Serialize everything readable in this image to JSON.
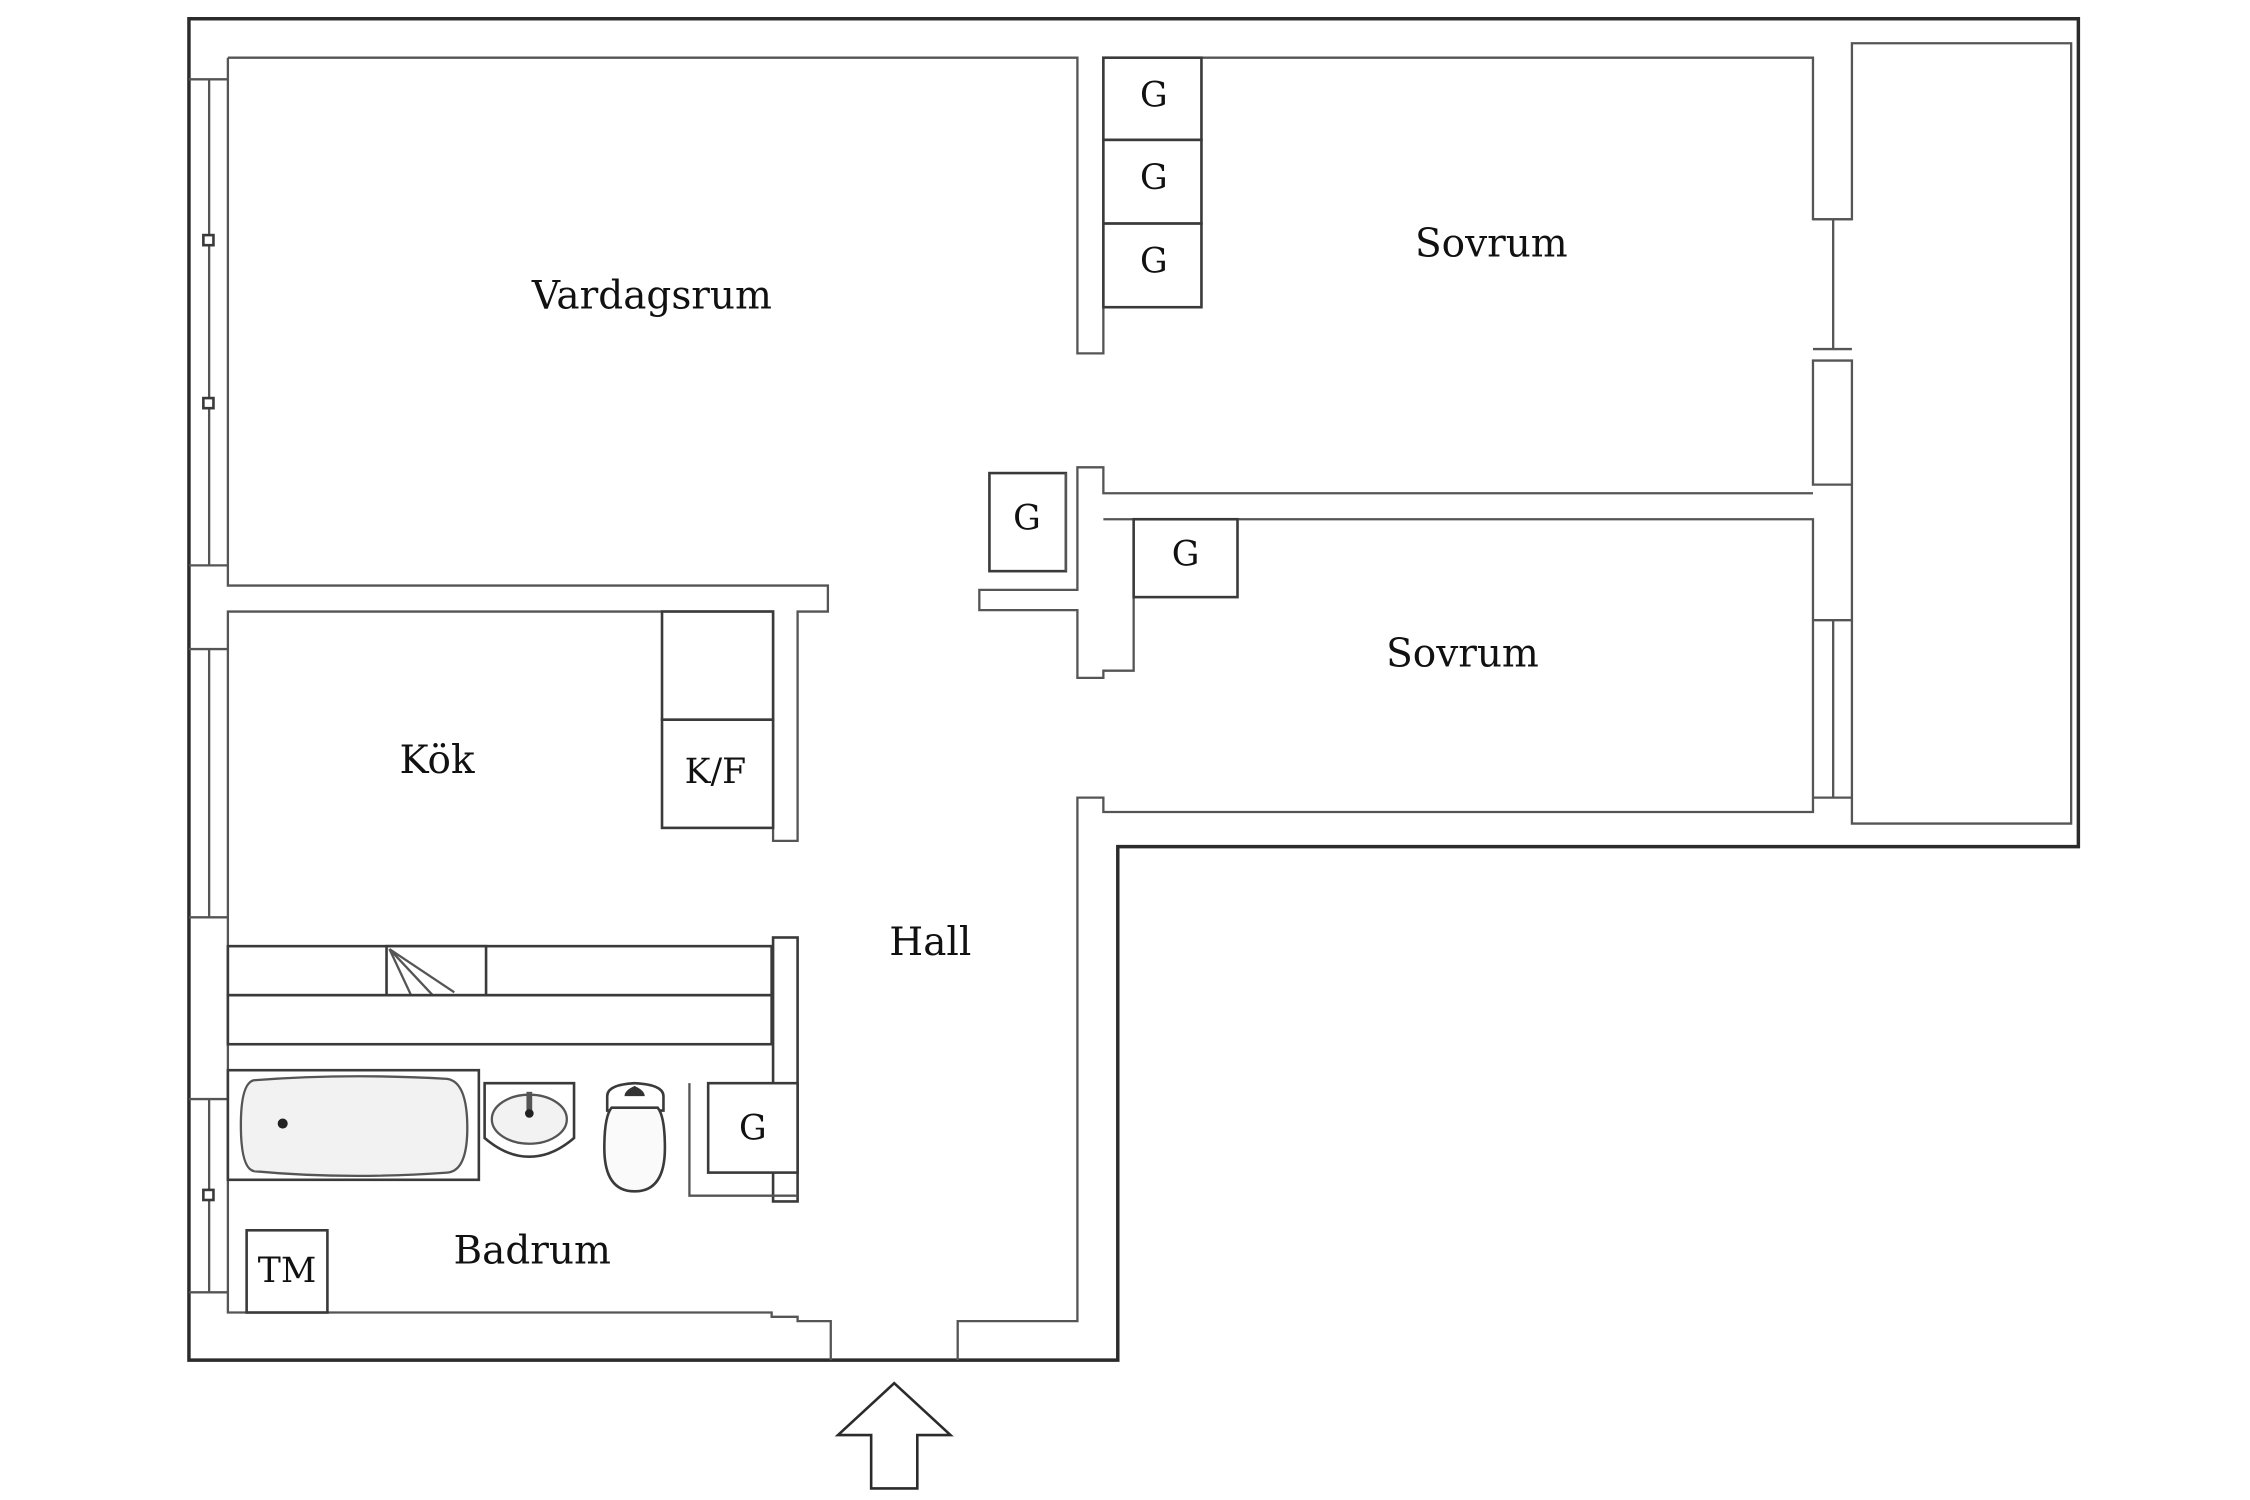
{
  "rooms": {
    "vardagsrum": "Vardagsrum",
    "sovrum_1": "Sovrum",
    "sovrum_2": "Sovrum",
    "kok": "Kök",
    "hall": "Hall",
    "badrum": "Badrum"
  },
  "fixtures": {
    "closet": "G",
    "fridge_freezer": "K/F",
    "washing_machine": "TM"
  }
}
